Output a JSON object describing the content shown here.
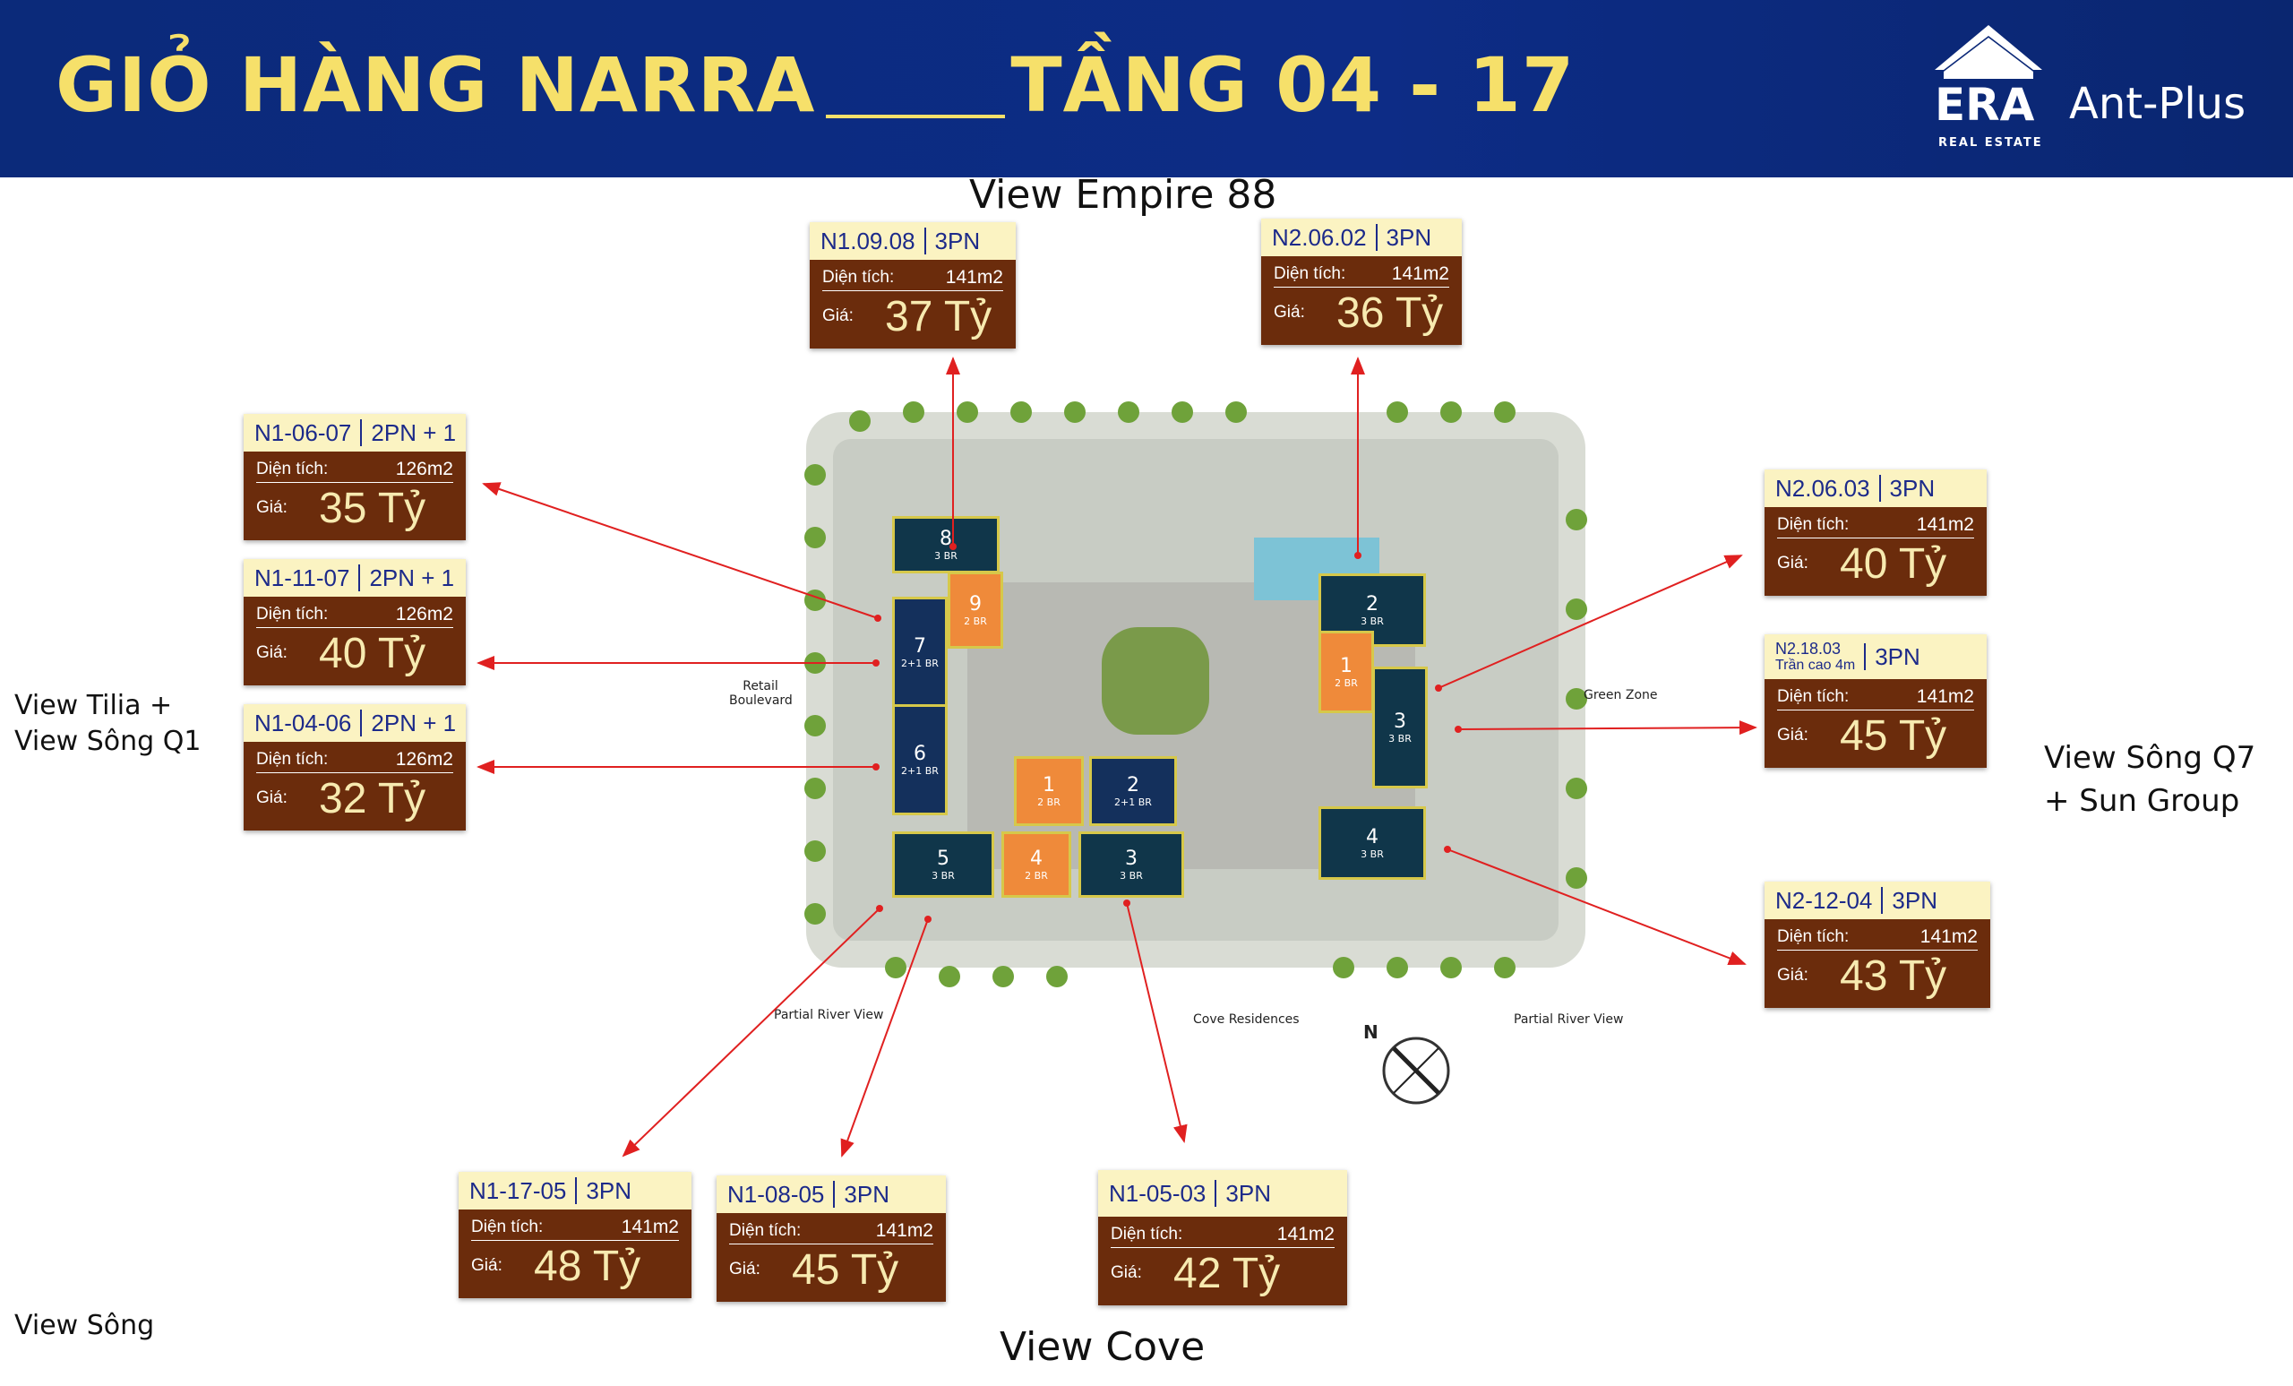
{
  "header": {
    "title_left": "GIỎ HÀNG NARRA",
    "title_right": "TẦNG 04 - 17",
    "logo_era": "ERA",
    "logo_era_sub": "REAL ESTATE",
    "logo_antplus": "Ant-Plus"
  },
  "views": {
    "top": "View Empire 88",
    "bottom": "View Cove",
    "left": "View Tilia + View Sông Q1",
    "right": "View Sông Q7 + Sun Group",
    "bottom_left": "View Sông"
  },
  "labels": {
    "dien_tich": "Diện tích:",
    "gia": "Giá:"
  },
  "cards": [
    {
      "code": "N1.09.08",
      "type": "3PN",
      "area": "141m2",
      "price": "37 Tỷ",
      "note": ""
    },
    {
      "code": "N2.06.02",
      "type": "3PN",
      "area": "141m2",
      "price": "36 Tỷ",
      "note": ""
    },
    {
      "code": "N1-06-07",
      "type": "2PN + 1",
      "area": "126m2",
      "price": "35 Tỷ",
      "note": ""
    },
    {
      "code": "N1-11-07",
      "type": "2PN + 1",
      "area": "126m2",
      "price": "40 Tỷ",
      "note": ""
    },
    {
      "code": "N1-04-06",
      "type": "2PN + 1",
      "area": "126m2",
      "price": "32 Tỷ",
      "note": ""
    },
    {
      "code": "N2.06.03",
      "type": "3PN",
      "area": "141m2",
      "price": "40 Tỷ",
      "note": ""
    },
    {
      "code": "N2.18.03",
      "type": "3PN",
      "area": "141m2",
      "price": "45 Tỷ",
      "note": "Trần cao 4m"
    },
    {
      "code": "N2-12-04",
      "type": "3PN",
      "area": "141m2",
      "price": "43 Tỷ",
      "note": ""
    },
    {
      "code": "N1-17-05",
      "type": "3PN",
      "area": "141m2",
      "price": "48 Tỷ",
      "note": ""
    },
    {
      "code": "N1-08-05",
      "type": "3PN",
      "area": "141m2",
      "price": "45 Tỷ",
      "note": ""
    },
    {
      "code": "N1-05-03",
      "type": "3PN",
      "area": "141m2",
      "price": "42 Tỷ",
      "note": ""
    }
  ],
  "plan": {
    "units": [
      {
        "num": "8",
        "br": "3 BR"
      },
      {
        "num": "9",
        "br": "2 BR"
      },
      {
        "num": "7",
        "br": "2+1 BR"
      },
      {
        "num": "6",
        "br": "2+1 BR"
      },
      {
        "num": "1",
        "br": "2 BR"
      },
      {
        "num": "2",
        "br": "2+1 BR"
      },
      {
        "num": "5",
        "br": "3 BR"
      },
      {
        "num": "4",
        "br": "2 BR"
      },
      {
        "num": "3",
        "br": "3 BR"
      },
      {
        "num": "2",
        "br": "3 BR"
      },
      {
        "num": "1",
        "br": "2 BR"
      },
      {
        "num": "3",
        "br": "3 BR"
      },
      {
        "num": "4",
        "br": "3 BR"
      }
    ],
    "texts": {
      "retail": "Retail Boulevard",
      "green": "Green Zone",
      "partial_left": "Partial River View",
      "partial_right": "Partial River View",
      "cove": "Cove Residences",
      "north": "N"
    }
  },
  "colors": {
    "header_bg": "#0d2c86",
    "title": "#f6e06a",
    "card_head": "#fbf3c2",
    "card_body": "#6b2c0c",
    "arrow": "#e02020"
  }
}
